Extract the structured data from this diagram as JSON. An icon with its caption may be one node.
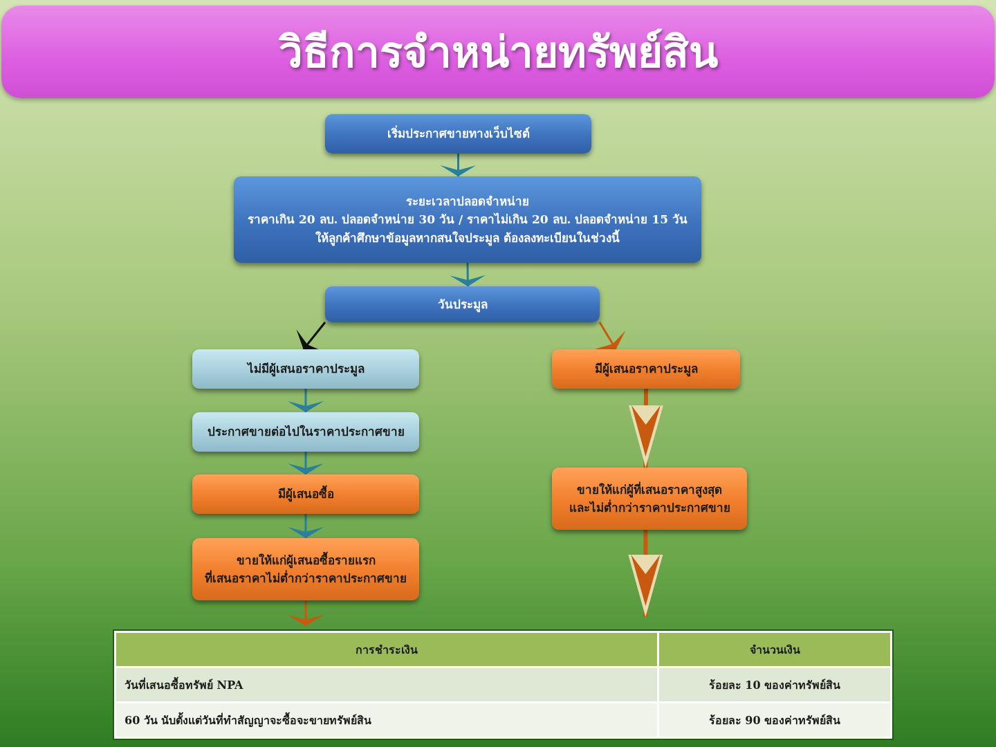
{
  "diagram": {
    "title": "วิธีการจำหน่ายทรัพย์สิน",
    "nodes": [
      {
        "text": [
          "เริ่มประกาศขายทางเว็บไซต์"
        ]
      },
      {
        "text": [
          "ระยะเวลาปลอดจำหน่าย",
          "ราคาเกิน 20 ลบ. ปลอดจำหน่าย 30 วัน / ราคาไม่เกิน 20 ลบ. ปลอดจำหน่าย 15 วัน",
          "ให้ลูกค้าศึกษาข้อมูลหากสนใจประมูล ต้องลงทะเบียนในช่วงนี้"
        ]
      },
      {
        "text": [
          "วันประมูล"
        ]
      },
      {
        "text": [
          "ไม่มีผู้เสนอราคาประมูล"
        ]
      },
      {
        "text": [
          "มีผู้เสนอราคาประมูล"
        ]
      },
      {
        "text": [
          "ประกาศขายต่อไปในราคาประกาศขาย"
        ]
      },
      {
        "text": [
          "มีผู้เสนอซื้อ"
        ]
      },
      {
        "text": [
          "ขายให้แก่ผู้เสนอซื้อรายแรก ที่เสนอราคาไม่ต่ำกว่าราคาประกาศขาย"
        ]
      },
      {
        "text": [
          "ขายให้แก่ผู้ที่เสนอราคาสูงสุด และไม่ต่ำกว่าราคาประกาศขาย"
        ]
      }
    ],
    "edges": [
      {
        "from": 0,
        "to": 1,
        "arrow": "to"
      },
      {
        "from": 1,
        "to": 2,
        "arrow": "to"
      },
      {
        "from": 2,
        "to": 3,
        "arrow": "to",
        "color": "#111111"
      },
      {
        "from": 2,
        "to": 4,
        "arrow": "to",
        "color": "#c85a10"
      },
      {
        "from": 3,
        "to": 5,
        "arrow": "to"
      },
      {
        "from": 5,
        "to": 6,
        "arrow": "to"
      },
      {
        "from": 6,
        "to": 7,
        "arrow": "to"
      },
      {
        "from": 4,
        "to": 8,
        "arrow": "to",
        "style": "thick",
        "color": "#c85a10"
      },
      {
        "from": 7,
        "to": null,
        "arrow": "to",
        "color": "#c85a10"
      },
      {
        "from": 8,
        "to": null,
        "arrow": "to",
        "style": "thick",
        "color": "#c85a10"
      }
    ],
    "labels": [
      "การชำระเงิน",
      "จำนวนเงิน",
      "วันที่เสนอซื้อทรัพย์ NPA",
      "ร้อยละ 10 ของค่าทรัพย์สิน",
      "60 วัน นับตั้งแต่วันที่ทำสัญญาจะซื้อจะขายทรัพย์สิน",
      "ร้อยละ 90 ของค่าทรัพย์สิน"
    ]
  }
}
